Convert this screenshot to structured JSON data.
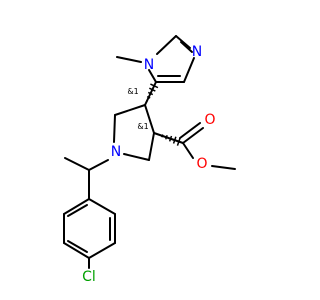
{
  "molecule": {
    "atoms": {
      "n_methyl_imidazole": "N",
      "n_imidazole": "N",
      "n_pyrrolidine": "N",
      "o_carbonyl": "O",
      "o_ester": "O",
      "cl": "Cl"
    },
    "stereo": {
      "label_top": "&1",
      "label_bottom": "&1"
    }
  },
  "colors": {
    "bond": "#000000",
    "nitrogen": "#0000ff",
    "oxygen": "#ff0000",
    "chlorine": "#00a000"
  }
}
